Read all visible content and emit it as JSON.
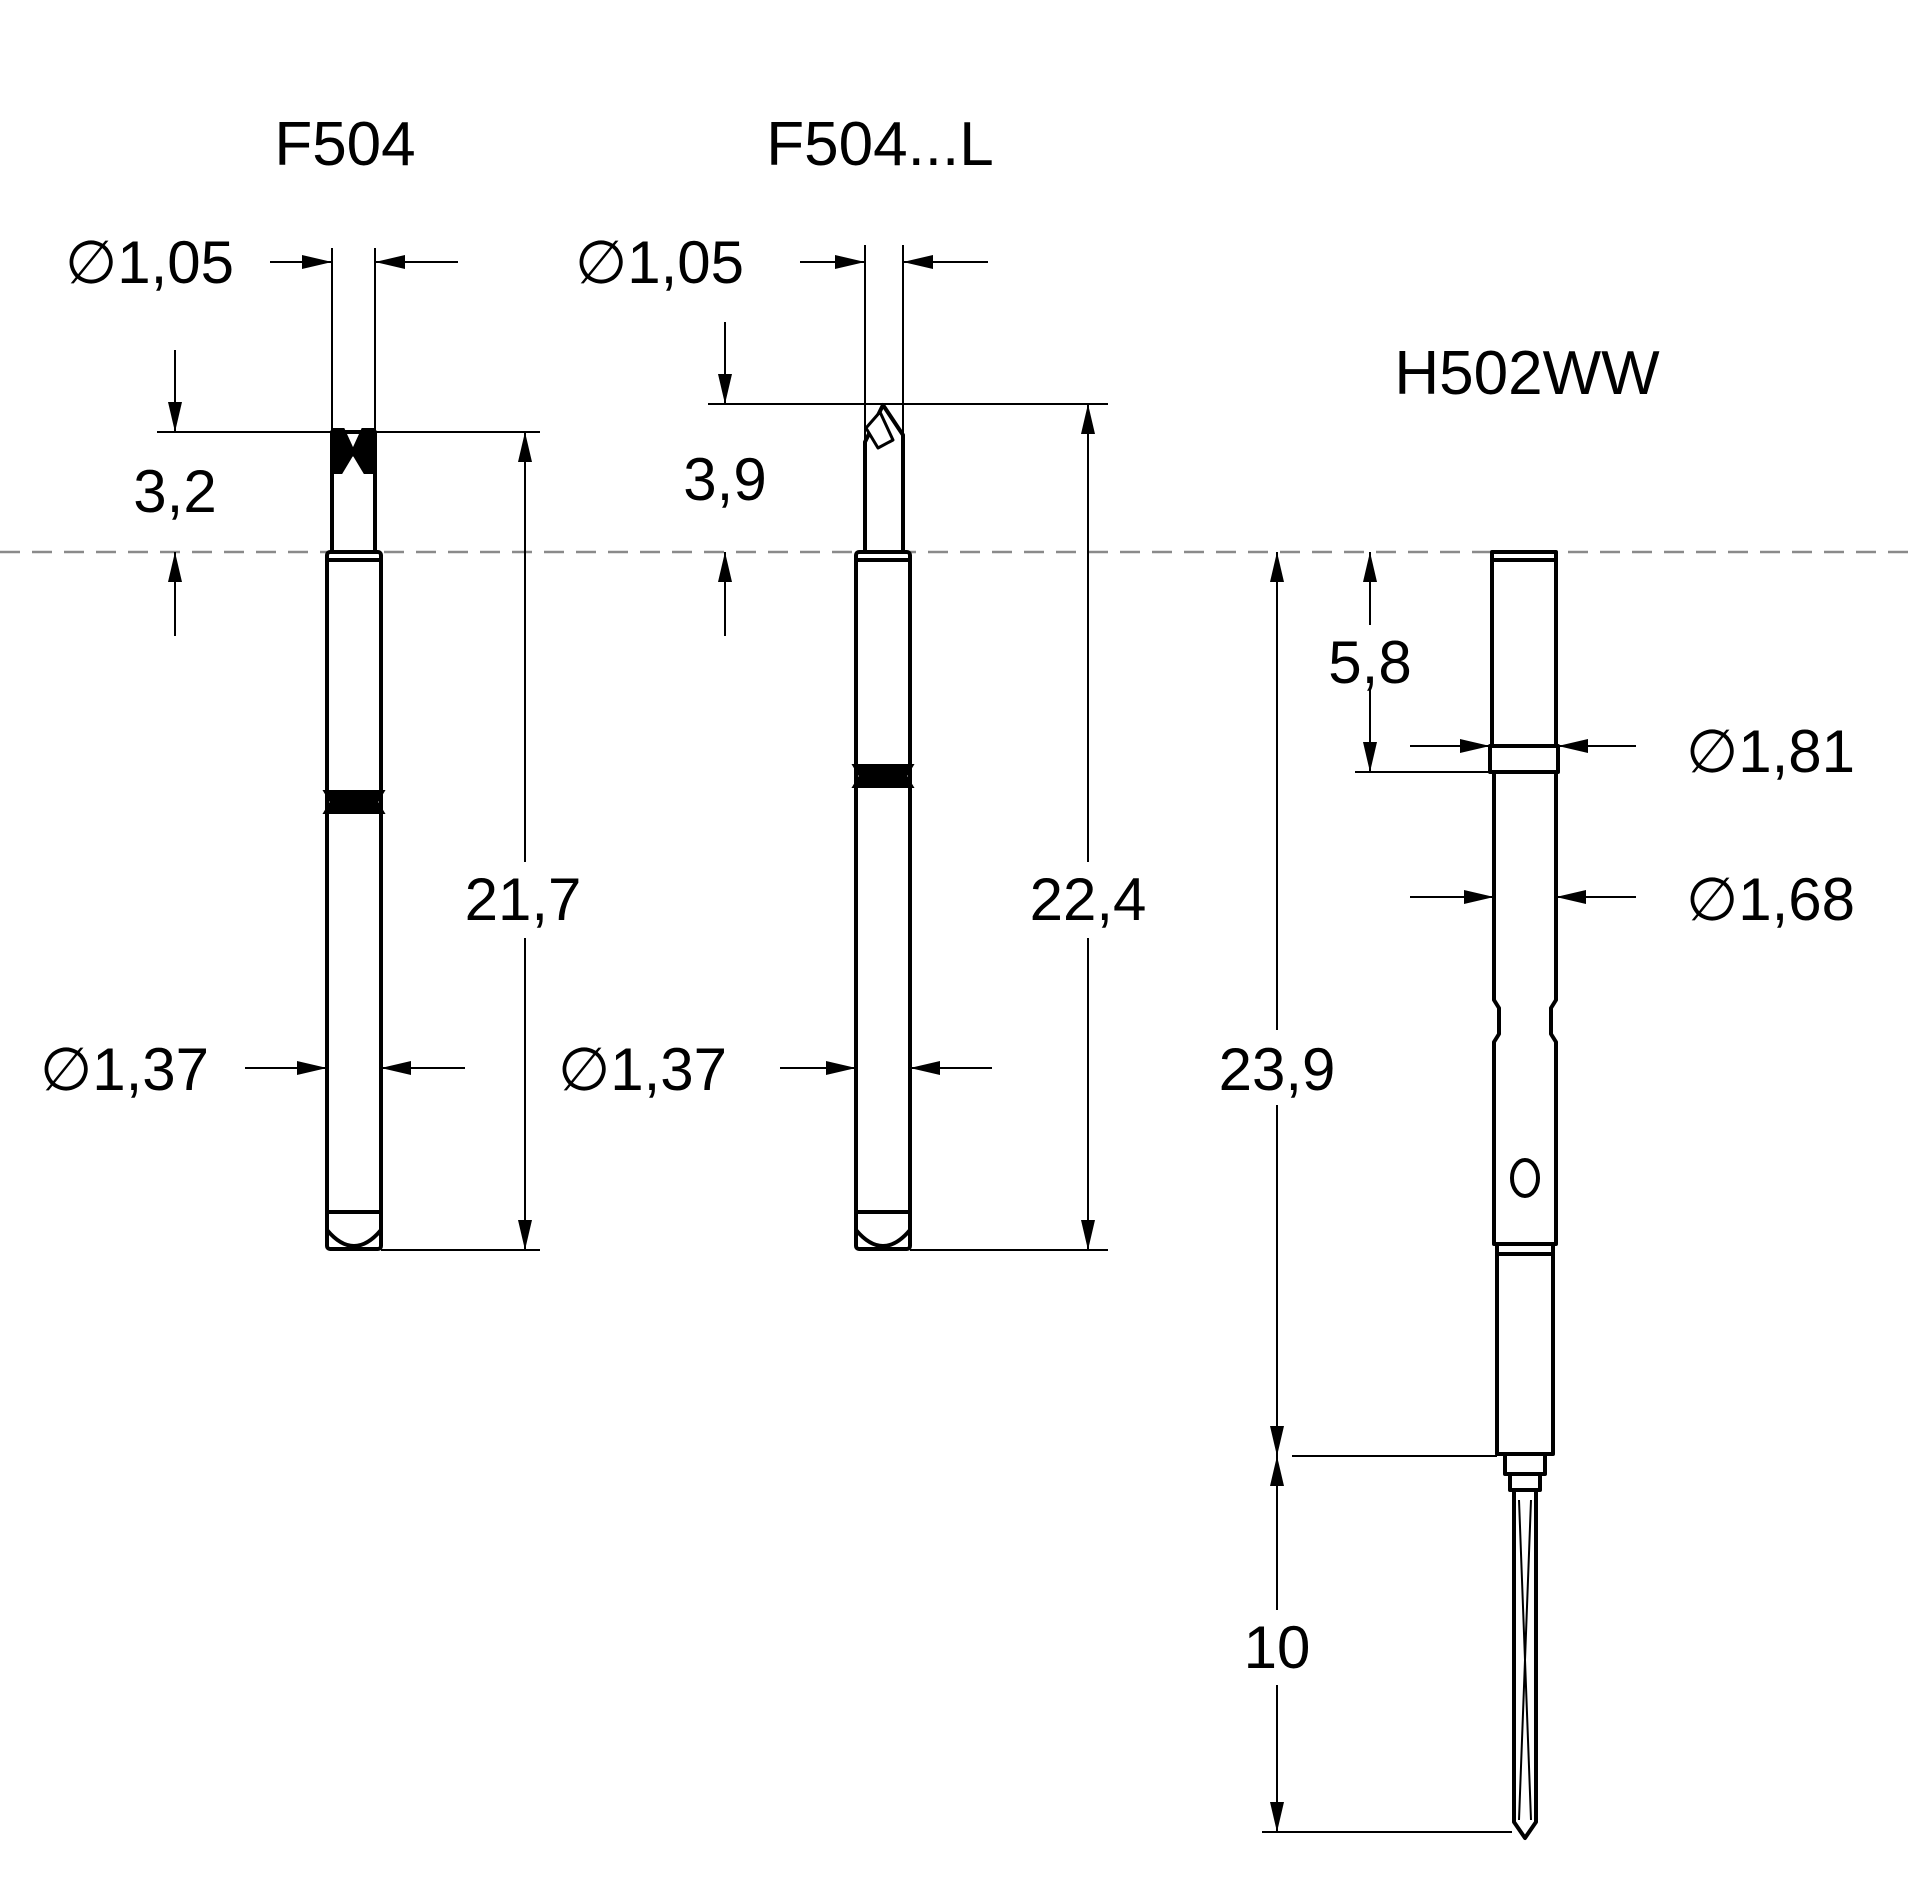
{
  "probes": [
    {
      "title": "F504",
      "dimensions": {
        "tip_diameter": "∅1,05",
        "tip_length": "3,2",
        "body_diameter": "∅1,37",
        "overall_length": "21,7"
      }
    },
    {
      "title": "F504...L",
      "dimensions": {
        "tip_diameter": "∅1,05",
        "tip_length": "3,9",
        "body_diameter": "∅1,37",
        "overall_length": "22,4"
      }
    },
    {
      "title": "H502WW",
      "dimensions": {
        "collar_offset": "5,8",
        "collar_diameter": "∅1,81",
        "receptacle_diameter": "∅1,68",
        "receptacle_length": "23,9",
        "wire_length": "10"
      }
    }
  ],
  "colors": {
    "line": "#000000",
    "centerline": "#8a8a8a",
    "background": "#ffffff"
  }
}
